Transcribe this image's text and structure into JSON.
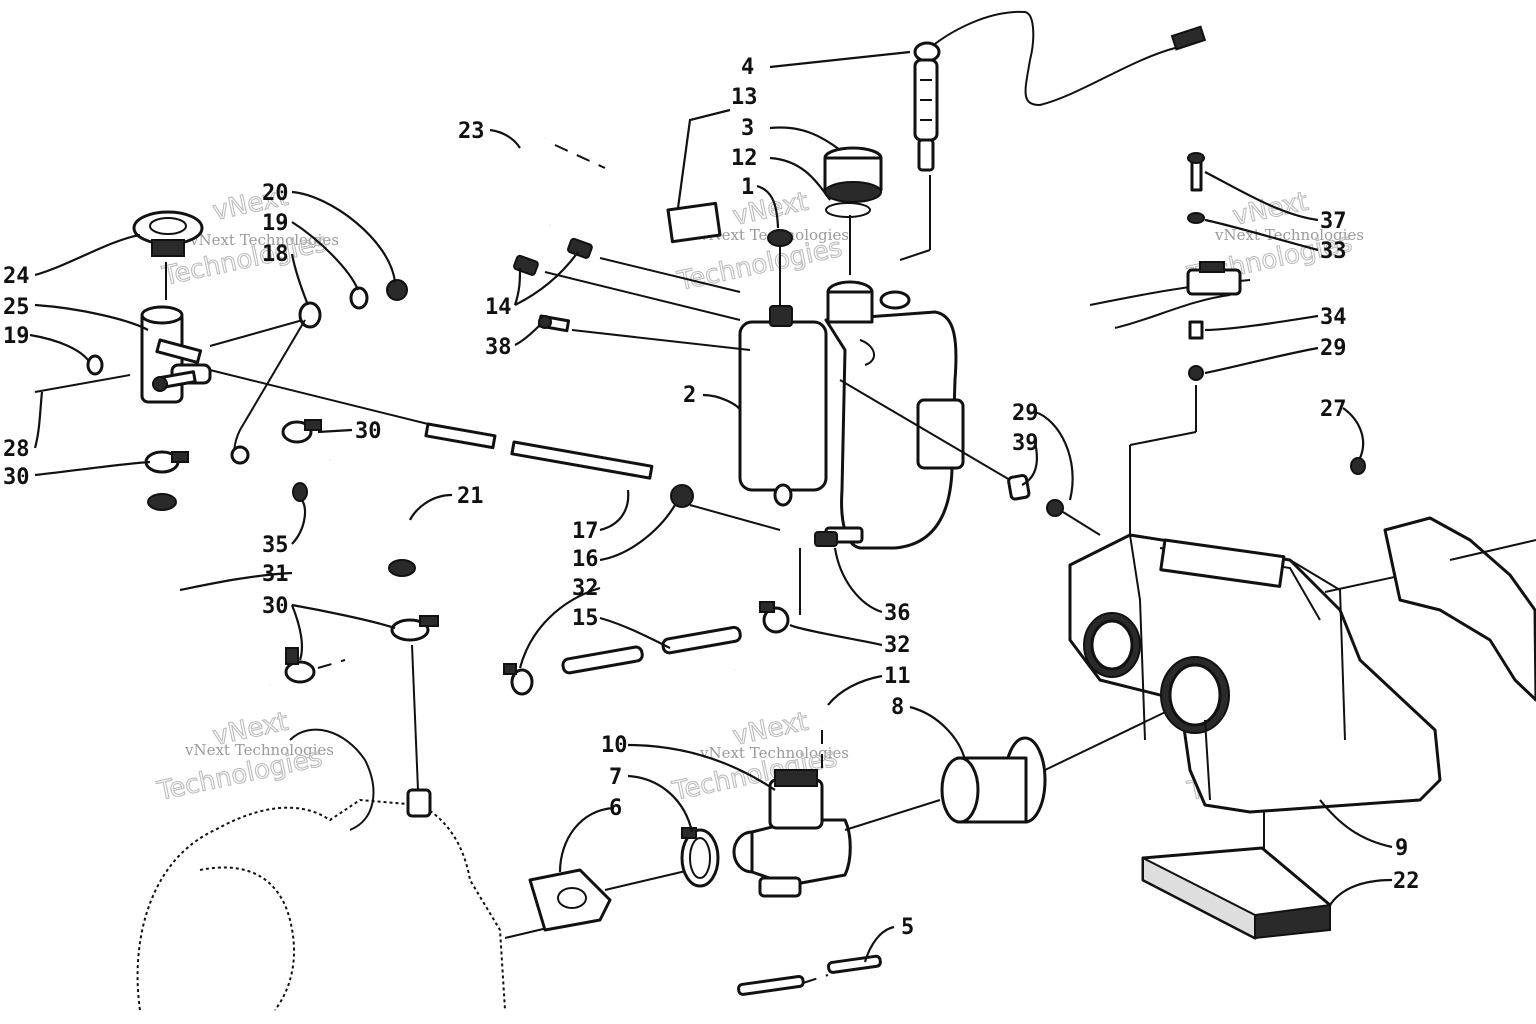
{
  "labels": [
    {
      "id": "4",
      "text": "4"
    },
    {
      "id": "13",
      "text": "13"
    },
    {
      "id": "3",
      "text": "3"
    },
    {
      "id": "12",
      "text": "12"
    },
    {
      "id": "1",
      "text": "1"
    },
    {
      "id": "23",
      "text": "23"
    },
    {
      "id": "20",
      "text": "20"
    },
    {
      "id": "19a",
      "text": "19"
    },
    {
      "id": "18",
      "text": "18"
    },
    {
      "id": "24",
      "text": "24"
    },
    {
      "id": "25",
      "text": "25"
    },
    {
      "id": "19b",
      "text": "19"
    },
    {
      "id": "28",
      "text": "28"
    },
    {
      "id": "30a",
      "text": "30"
    },
    {
      "id": "30b",
      "text": "30"
    },
    {
      "id": "30c",
      "text": "30"
    },
    {
      "id": "14",
      "text": "14"
    },
    {
      "id": "38",
      "text": "38"
    },
    {
      "id": "2",
      "text": "2"
    },
    {
      "id": "21",
      "text": "21"
    },
    {
      "id": "35",
      "text": "35"
    },
    {
      "id": "31",
      "text": "31"
    },
    {
      "id": "17",
      "text": "17"
    },
    {
      "id": "16",
      "text": "16"
    },
    {
      "id": "32a",
      "text": "32"
    },
    {
      "id": "15",
      "text": "15"
    },
    {
      "id": "32b",
      "text": "32"
    },
    {
      "id": "36",
      "text": "36"
    },
    {
      "id": "11",
      "text": "11"
    },
    {
      "id": "8",
      "text": "8"
    },
    {
      "id": "10",
      "text": "10"
    },
    {
      "id": "7",
      "text": "7"
    },
    {
      "id": "6",
      "text": "6"
    },
    {
      "id": "5",
      "text": "5"
    },
    {
      "id": "37",
      "text": "37"
    },
    {
      "id": "33",
      "text": "33"
    },
    {
      "id": "34",
      "text": "34"
    },
    {
      "id": "29a",
      "text": "29"
    },
    {
      "id": "27",
      "text": "27"
    },
    {
      "id": "29b",
      "text": "29"
    },
    {
      "id": "39",
      "text": "39"
    },
    {
      "id": "9",
      "text": "9"
    },
    {
      "id": "22",
      "text": "22"
    }
  ],
  "watermark": {
    "line1": "vNext",
    "line2": "vNext Technologies",
    "line3": "Technologies"
  }
}
